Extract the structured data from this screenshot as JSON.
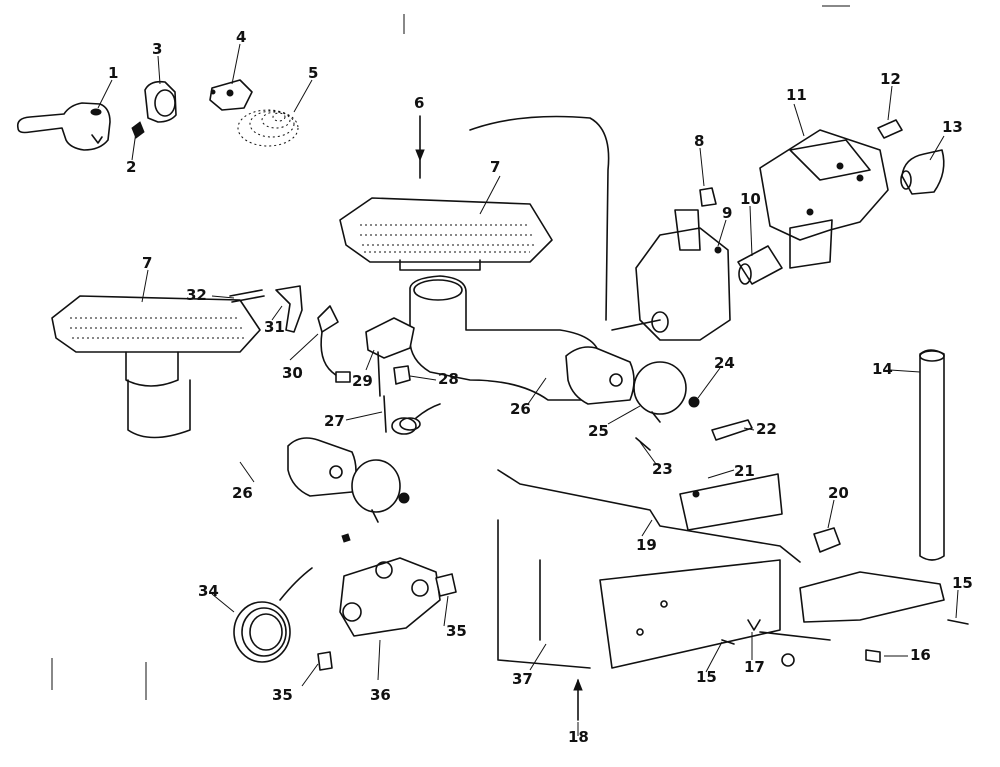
{
  "diagram": {
    "labels": {
      "p1": "1",
      "p2": "2",
      "p3": "3",
      "p4": "4",
      "p5": "5",
      "p6": "6",
      "p7a": "7",
      "p7b": "7",
      "p8": "8",
      "p9": "9",
      "p10": "10",
      "p11": "11",
      "p12": "12",
      "p13": "13",
      "p14": "14",
      "p15a": "15",
      "p15b": "15",
      "p16": "16",
      "p17": "17",
      "p18": "18",
      "p19": "19",
      "p20": "20",
      "p21": "21",
      "p22": "22",
      "p23": "23",
      "p24": "24",
      "p25": "25",
      "p26a": "26",
      "p26b": "26",
      "p27": "27",
      "p28": "28",
      "p29": "29",
      "p30": "30",
      "p31": "31",
      "p32": "32",
      "p34": "34",
      "p35a": "35",
      "p35b": "35",
      "p36": "36",
      "p37": "37"
    }
  }
}
